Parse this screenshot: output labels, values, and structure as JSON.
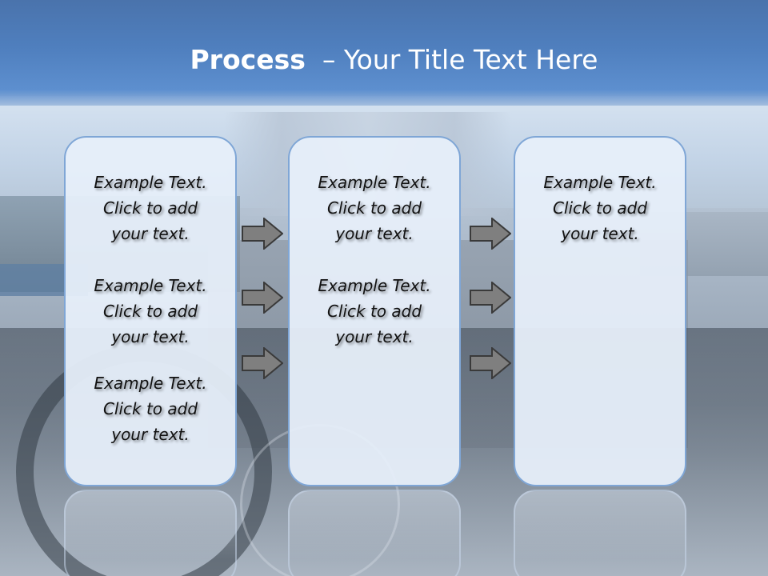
{
  "title": {
    "bold": "Process",
    "rest": "Your Title Text Here"
  },
  "columns": [
    {
      "items": [
        "Example Text.\nClick  to add\nyour text.",
        "Example Text.\nClick  to add\nyour text.",
        "Example Text.\nClick  to add\nyour text."
      ]
    },
    {
      "items": [
        "Example Text.\nClick  to add\nyour text.",
        "Example Text.\nClick  to add\nyour text."
      ]
    },
    {
      "items": [
        "Example Text.\nClick  to add\nyour text."
      ]
    }
  ],
  "colors": {
    "title_band": "#4f7fbe",
    "box_fill": "#e7effa",
    "box_border": "#7fa6d6",
    "arrow_fill": "#7f7f7f"
  },
  "arrow_icon": "right-arrow-icon"
}
